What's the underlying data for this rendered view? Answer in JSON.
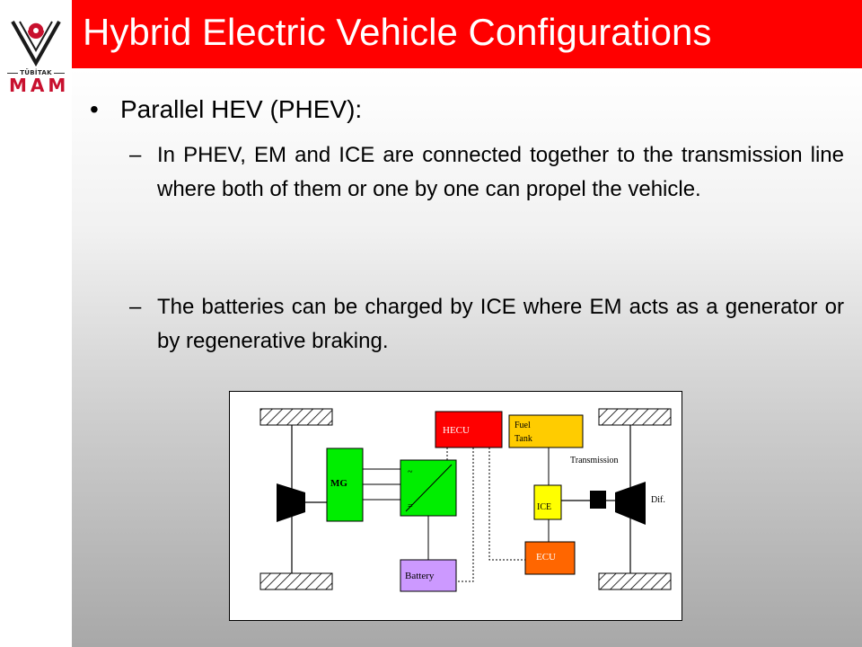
{
  "logo": {
    "org": "TÜBİTAK",
    "unit": "MAM",
    "brand_color": "#c8102e"
  },
  "title": "Hybrid Electric Vehicle Configurations",
  "bullets": {
    "main": "Parallel HEV (PHEV):",
    "dash": "–",
    "sub": [
      "In PHEV, EM and ICE are connected together to the transmission line where both of them or one by one can propel the vehicle.",
      "The batteries can be charged by ICE where EM acts as a generator or by regenerative braking."
    ]
  },
  "diagram": {
    "labels": {
      "mg": "MG",
      "converter_ac": "~",
      "converter_dc": "=",
      "hecu": "HECU",
      "fuel_tank_line1": "Fuel",
      "fuel_tank_line2": "Tank",
      "transmission": "Transmission",
      "ice": "ICE",
      "dif": "Dif.",
      "ecu": "ECU",
      "battery": "Battery"
    },
    "colors": {
      "mg": "#00ee00",
      "converter": "#00ee00",
      "hecu": "#ff0000",
      "fuel_tank": "#ffcc00",
      "ice": "#ffff00",
      "ecu": "#ff6600",
      "battery": "#cc99ff"
    }
  },
  "colors": {
    "title_bar": "#ff0000",
    "title_text": "#ffffff"
  }
}
